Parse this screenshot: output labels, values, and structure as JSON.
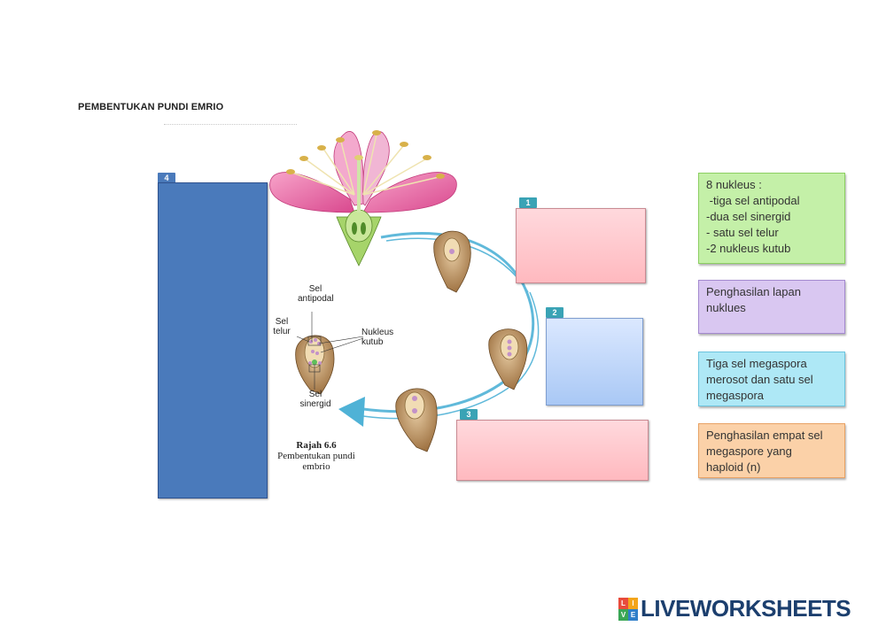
{
  "page": {
    "title": "PEMBENTUKAN PUNDI EMRIO"
  },
  "drop_zones": [
    {
      "number": "1",
      "color": "#ffc2c7"
    },
    {
      "number": "2",
      "color": "#b7d0f5"
    },
    {
      "number": "3",
      "color": "#ffc2c7"
    },
    {
      "number": "4",
      "color": "#4a7abb"
    }
  ],
  "diagram": {
    "labels": {
      "sel_antipodal": [
        "Sel",
        "antipodal"
      ],
      "sel_telur": [
        "Sel",
        "telur"
      ],
      "nukleus_kutub": [
        "Nukleus",
        "kutub"
      ],
      "sel_sinergid": [
        "Sel",
        "sinergid"
      ]
    },
    "caption": {
      "line1": "Rajah 6.6",
      "line2": "Pembentukan pundi",
      "line3": "embrio"
    }
  },
  "answer_cards": [
    {
      "color": "#c4f0a8",
      "lines": [
        "8 nukleus :",
        " -tiga sel antipodal",
        "-dua sel sinergid",
        "- satu sel telur",
        "-2 nukleus kutub"
      ]
    },
    {
      "color": "#d9c7f1",
      "lines": [
        "Penghasilan lapan",
        "nuklues"
      ]
    },
    {
      "color": "#aee8f6",
      "lines": [
        "Tiga sel megaspora",
        "merosot dan satu sel",
        "megaspora"
      ]
    },
    {
      "color": "#fbd1a8",
      "lines": [
        "Penghasilan empat sel",
        "megaspore yang",
        "haploid (n)"
      ]
    }
  ],
  "branding": {
    "logo_text": "LIVEWORKSHEETS",
    "badge_letters": [
      "L",
      "I",
      "V",
      "E"
    ]
  }
}
